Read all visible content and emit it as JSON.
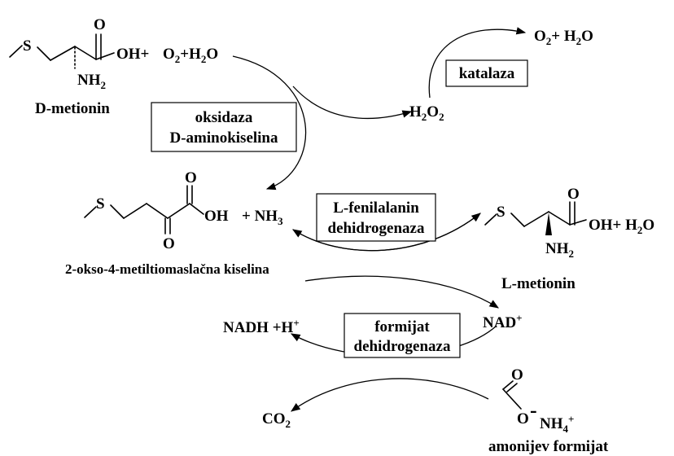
{
  "molecules": {
    "d_met": {
      "s": "S",
      "o_top": "O",
      "oh_plus": "OH+",
      "nh": "NH",
      "nh_sub": "2",
      "name": "D-metionin"
    },
    "reactant": {
      "o": "O",
      "o_sub": "2",
      "plus": "+H",
      "h_sub": "2",
      "o2": "O"
    },
    "h2o2": {
      "h": "H",
      "h_sub": "2",
      "o": "O",
      "o_sub": "2"
    },
    "products_top": {
      "o": "O",
      "o_sub": "2",
      "rest": "+ H",
      "h_sub": "2",
      "o2": "O"
    },
    "keto": {
      "s": "S",
      "o_top": "O",
      "oh": "OH",
      "o_bottom": "O",
      "plus_nh": "+ NH",
      "nh_sub": "3",
      "name": "2-okso-4-metiltiomaslačna kiselina"
    },
    "l_met": {
      "s": "S",
      "o_top": "O",
      "oh_plus": "OH+ H",
      "h_sub": "2",
      "o2": "O",
      "nh": "NH",
      "nh_sub": "2",
      "name": "L-metionin"
    },
    "nadh": {
      "label": "NADH +H",
      "sup": "+"
    },
    "nad": {
      "label": "NAD",
      "sup": "+"
    },
    "co2": {
      "label": "CO",
      "sub": "2"
    },
    "formate": {
      "o_top": "O",
      "o_minus": "O",
      "minus": "-",
      "nh": "NH",
      "nh_sub": "4",
      "nh_sup": "+",
      "name": "amonijev formijat"
    }
  },
  "enzymes": {
    "katalaza": "katalaza",
    "oksidaza_line1": "oksidaza",
    "oksidaza_line2": "D-aminokiselina",
    "lfen_line1": "L-fenilalanin",
    "lfen_line2": "dehidrogenaza",
    "formijat_line1": "formijat",
    "formijat_line2": "dehidrogenaza"
  }
}
